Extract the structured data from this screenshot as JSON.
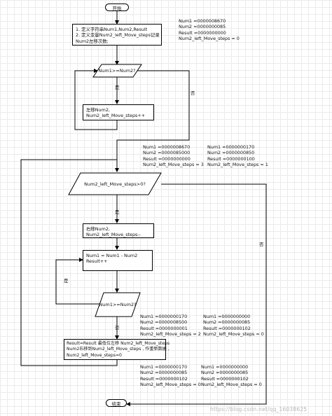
{
  "flowchart": {
    "start": "开始",
    "end": "结束",
    "init_box": [
      "1. 定义字符串Num1,Num2,Result",
      "2. 定义变量Num2_left_Move_steps记录",
      "Num2左移次数;"
    ],
    "decision1": "Num1>=Num2?",
    "decision1_yes": "是",
    "decision1_no": "否",
    "shift_left_box": [
      "左移Num2,",
      "Num2_left_Move_steps++"
    ],
    "decision2": "Num2_left_Move_steps>0?",
    "decision2_yes": "是",
    "decision2_no": "否",
    "shift_right_box": [
      "右移Num2,",
      "Num2_left_Move_steps--"
    ],
    "subtract_box": [
      "Num1 = Num1 - Num2",
      "Result++"
    ],
    "decision3": "Num1>=Num2?",
    "decision3_yes": "是",
    "decision3_no": "否",
    "final_box": [
      "Result=Result 最低位左移 Num2_left_Move_steps",
      "Num2右移到Num2_left_Move_steps , 作重新数据 ,",
      "Num2_left_Move_steps=0"
    ]
  },
  "notes": {
    "n1": [
      "Num1 =0000008670",
      "Num2 =0000000085",
      "Result =0000000000",
      "Num2_left_Move_steps = 0"
    ],
    "n2": [
      "Num1 =0000008670",
      "Num2 =0000085000",
      "Result =0000000000",
      "Num2_left_Move_steps = 3"
    ],
    "n3": [
      "Num1 =0000000170",
      "Num2 =0000000850",
      "Result =0000000100",
      "Num2_left_Move_steps = 1"
    ],
    "n4": [
      "Num1 =0000000170",
      "Num2 =0000008500",
      "Result =0000000001",
      "Num2_left_Move_steps = 2"
    ],
    "n5": [
      "Num1 =0000000000",
      "Num2 =0000000085",
      "Result =0000000102",
      "Num2_left_Move_steps = 0"
    ],
    "n6": [
      "Num1 =0000000170",
      "Num2 =0000000085",
      "Result =0000000102",
      "Num2_left_Move_steps = 0"
    ],
    "n7": [
      "Num1 =0000000000",
      "Num2 =0000000085",
      "Result =0000000102",
      "Num2_left_Move_steps = 0"
    ]
  },
  "watermark": "https://blog.csdn.net/qq_16038625"
}
